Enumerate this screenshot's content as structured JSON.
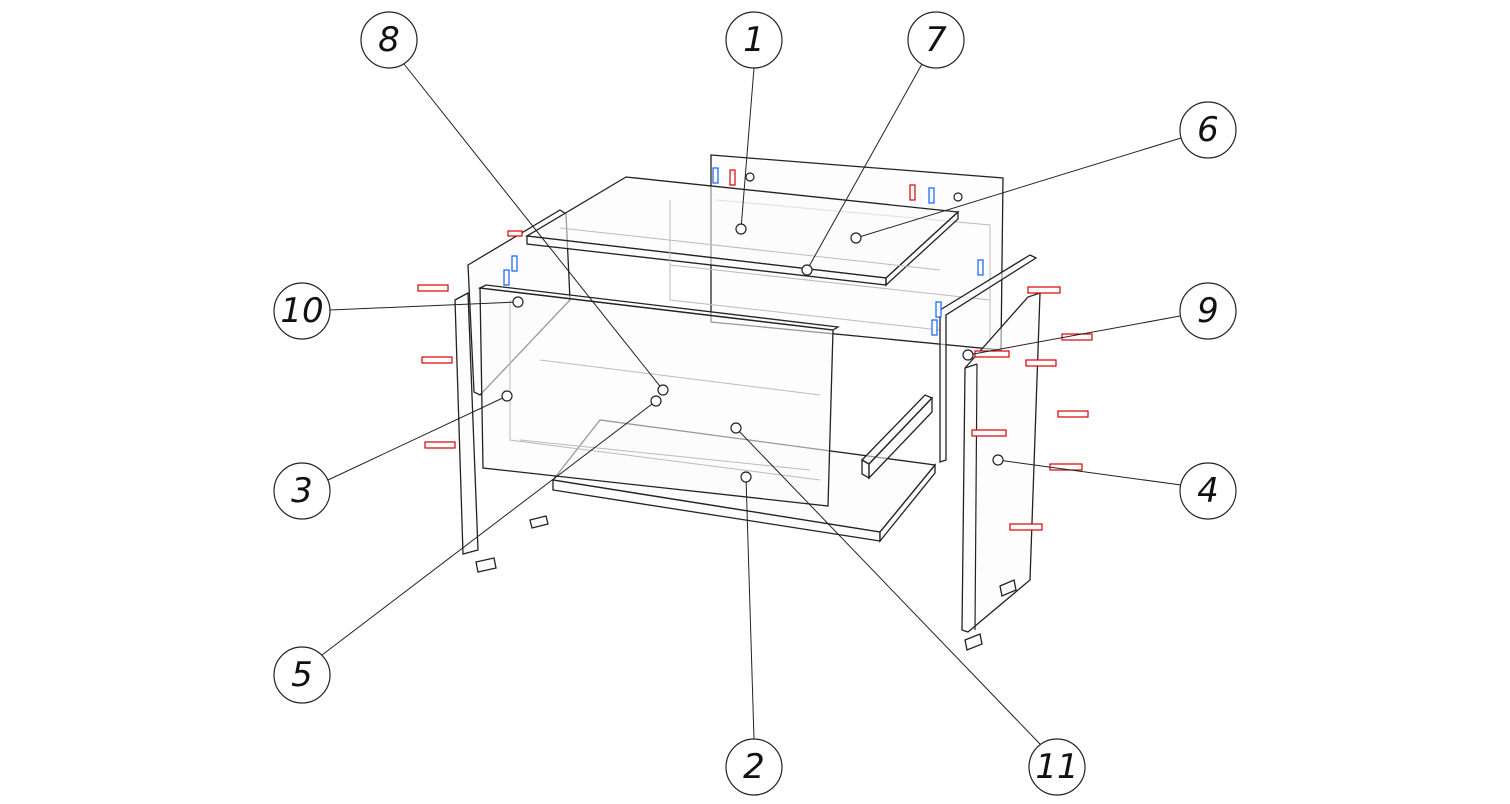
{
  "diagram": {
    "type": "exploded-assembly",
    "callouts": [
      {
        "label": "1"
      },
      {
        "label": "2"
      },
      {
        "label": "3"
      },
      {
        "label": "4"
      },
      {
        "label": "5"
      },
      {
        "label": "6"
      },
      {
        "label": "7"
      },
      {
        "label": "8"
      },
      {
        "label": "9"
      },
      {
        "label": "10"
      },
      {
        "label": "11"
      }
    ]
  },
  "colors": {
    "lines": "#222222",
    "hidden_lines": "#bbbbbb",
    "dowel_red": "#dd0000",
    "dowel_blue": "#1060ff"
  }
}
